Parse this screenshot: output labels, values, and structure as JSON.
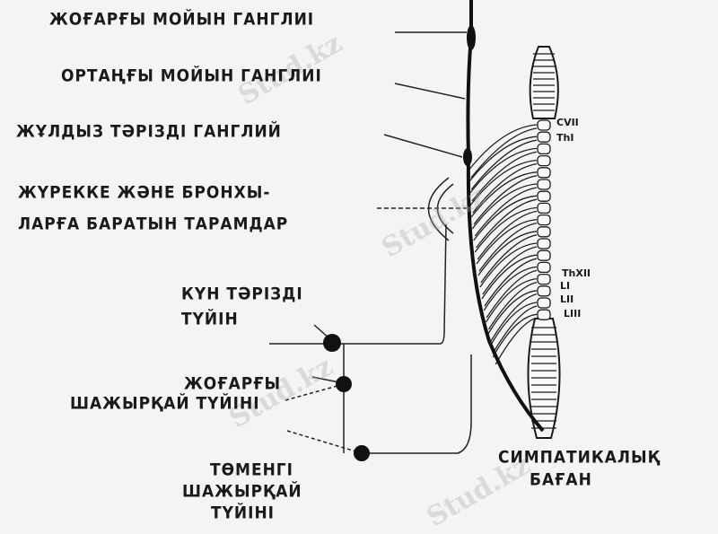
{
  "labels": {
    "superior_cervical": "ЖОҒАРҒЫ МОЙЫН ГАНГЛИІ",
    "middle_cervical": "ОРТАҢҒЫ МОЙЫН ГАНГЛИІ",
    "stellate": "ЖҰЛДЫЗ ТӘРІЗДІ ГАНГЛИЙ",
    "cardiac_line1": "ЖҮРЕККЕ ЖӘНЕ БРОНХЫ-",
    "cardiac_line2": "ЛАРҒА БАРАТЫН ТАРАМДАР",
    "celiac_line1": "КҮН ТӘРІЗДІ",
    "celiac_line2": "ТҮЙІН",
    "sup_mesenteric_line1": "ЖОҒАРҒЫ",
    "sup_mesenteric_line2": "ШАЖЫРҚАЙ ТҮЙІНІ",
    "inf_mesenteric_line1": "ТӨМЕНГІ",
    "inf_mesenteric_line2": "ШАЖЫРҚАЙ",
    "inf_mesenteric_line3": "ТҮЙІНІ",
    "trunk_line1": "СИМПАТИКАЛЫҚ",
    "trunk_line2": "БАҒАН"
  },
  "vertebrae": {
    "cvii": "CVII",
    "thi": "ThI",
    "thxii": "ThXII",
    "li": "LI",
    "lii": "LII",
    "liii": "LIII"
  },
  "watermark": "Stud.kz"
}
